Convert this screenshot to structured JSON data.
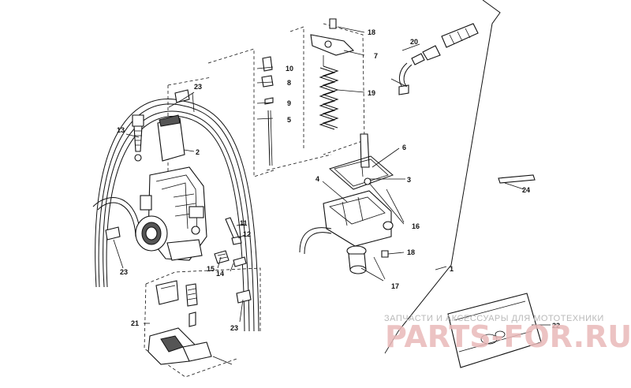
{
  "callouts": [
    {
      "id": "c1",
      "text": "1"
    },
    {
      "id": "c2",
      "text": "2"
    },
    {
      "id": "c3",
      "text": "3"
    },
    {
      "id": "c4",
      "text": "4"
    },
    {
      "id": "c5",
      "text": "5"
    },
    {
      "id": "c6",
      "text": "6"
    },
    {
      "id": "c7",
      "text": "7"
    },
    {
      "id": "c8",
      "text": "8"
    },
    {
      "id": "c9",
      "text": "9"
    },
    {
      "id": "c10",
      "text": "10"
    },
    {
      "id": "c11",
      "text": "11"
    },
    {
      "id": "c12",
      "text": "12"
    },
    {
      "id": "c13",
      "text": "13"
    },
    {
      "id": "c14",
      "text": "14"
    },
    {
      "id": "c15",
      "text": "15"
    },
    {
      "id": "c16",
      "text": "16"
    },
    {
      "id": "c17",
      "text": "17"
    },
    {
      "id": "c18a",
      "text": "18"
    },
    {
      "id": "c18b",
      "text": "18"
    },
    {
      "id": "c19",
      "text": "19"
    },
    {
      "id": "c20",
      "text": "20"
    },
    {
      "id": "c21",
      "text": "21"
    },
    {
      "id": "c22",
      "text": "22"
    },
    {
      "id": "c23a",
      "text": "23"
    },
    {
      "id": "c23b",
      "text": "23"
    },
    {
      "id": "c23c",
      "text": "23"
    },
    {
      "id": "c24",
      "text": "24"
    }
  ],
  "watermark": {
    "tagline": "ЗАПЧАСТИ И АКСЕССУАРЫ ДЛЯ МОТОТЕХНИКИ",
    "brand": "PARTS-FOR.RU"
  }
}
